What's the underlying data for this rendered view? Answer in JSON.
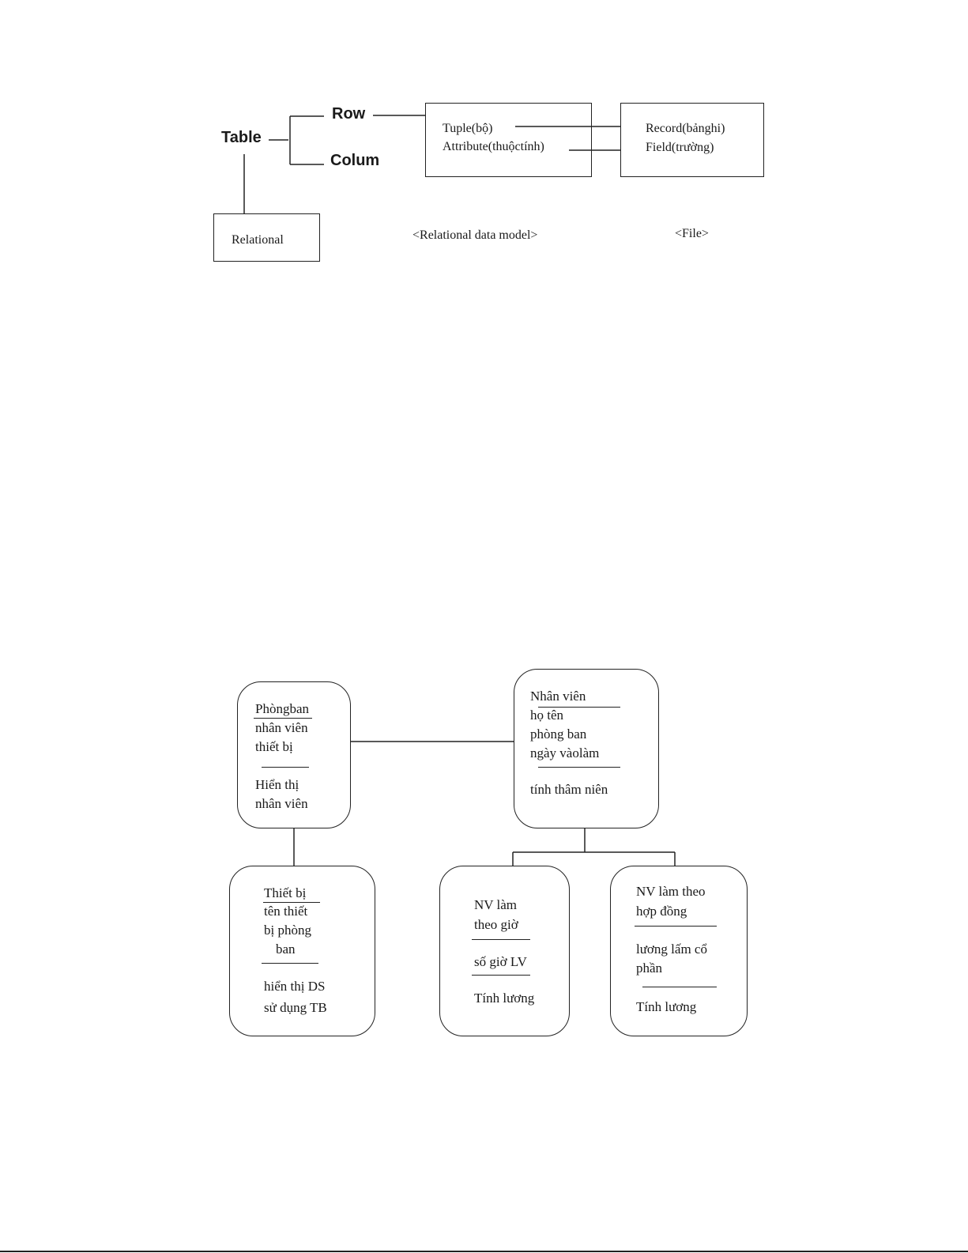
{
  "diagram1": {
    "table": "Table",
    "row": "Row",
    "colum": "Colum",
    "relational": "Relational",
    "tuple": "Tuple(bộ)",
    "attribute": "Attribute(thuộctính)",
    "record": "Record(bảnghi)",
    "field": "Field(trường)",
    "relational_model_caption": "<Relational data model>",
    "file_caption": "<File>"
  },
  "diagram2": {
    "phongban": {
      "title": "Phòngban",
      "attributes": [
        "nhân viên",
        "thiết bị"
      ],
      "methods": [
        "Hiển thị",
        "nhân viên"
      ]
    },
    "nhanvien": {
      "title": "Nhân viên",
      "attributes": [
        "họ tên",
        "phòng ban",
        "ngày vàolàm"
      ],
      "methods": [
        "tính thâm niên"
      ]
    },
    "thietbi": {
      "title": "Thiết bị",
      "attributes": [
        "tên thiết",
        "bị phòng",
        "ban"
      ],
      "methods": [
        "hiển thị DS",
        "sử dụng TB"
      ]
    },
    "nv_gio": {
      "title": [
        "NV làm",
        "theo giờ"
      ],
      "attributes": [
        "số giờ LV"
      ],
      "methods": [
        "Tính lương"
      ]
    },
    "nv_hopdong": {
      "title": [
        "NV làm theo",
        "hợp đồng"
      ],
      "attributes": [
        "lương lấm cổ",
        "phần"
      ],
      "methods": [
        "Tính lương"
      ]
    }
  }
}
